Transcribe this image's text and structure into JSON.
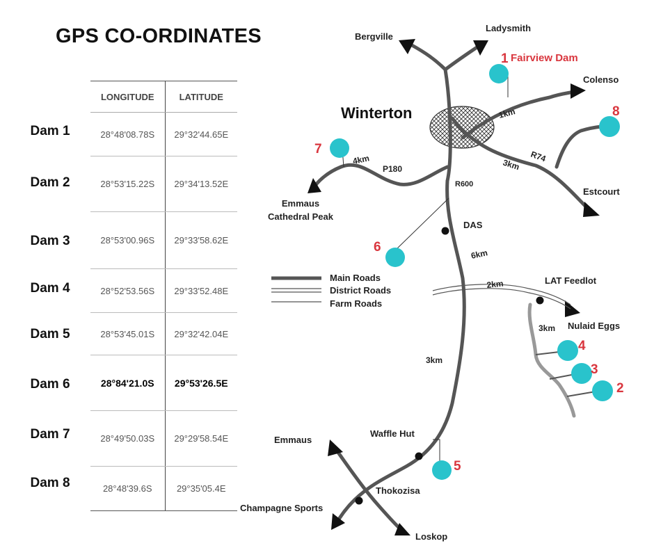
{
  "title": "GPS CO-ORDINATES",
  "table": {
    "headers": [
      "LONGITUDE",
      "LATITUDE"
    ],
    "rows": [
      {
        "dam": "Dam 1",
        "longitude": "28°48'08.78S",
        "latitude": "29°32'44.65E"
      },
      {
        "dam": "Dam 2",
        "longitude": "28°53'15.22S",
        "latitude": "29°34'13.52E"
      },
      {
        "dam": "Dam 3",
        "longitude": "28°53'00.96S",
        "latitude": "29°33'58.62E"
      },
      {
        "dam": "Dam 4",
        "longitude": "28°52'53.56S",
        "latitude": "29°33'52.48E"
      },
      {
        "dam": "Dam 5",
        "longitude": "28°53'45.01S",
        "latitude": "29°32'42.04E"
      },
      {
        "dam": "Dam 6",
        "longitude": "28°84'21.0S",
        "latitude": "29°53'26.5E"
      },
      {
        "dam": "Dam 7",
        "longitude": "28°49'50.03S",
        "latitude": "29°29'58.54E"
      },
      {
        "dam": "Dam 8",
        "longitude": "28°48'39.6S",
        "latitude": "29°35'05.4E"
      }
    ]
  },
  "map": {
    "colors": {
      "dam_marker": "#29c3cc",
      "dam_number": "#d9363e",
      "road": "#555555"
    },
    "town": "Winterton",
    "places": {
      "bergville": "Bergville",
      "ladysmith": "Ladysmith",
      "colenso": "Colenso",
      "estcourt": "Estcourt",
      "emmaus_cathedral": [
        "Emmaus",
        "Cathedral Peak"
      ],
      "emmaus": "Emmaus",
      "champagne_sports": "Champagne Sports",
      "loskop": "Loskop",
      "thokozisa": "Thokozisa",
      "waffle_hut": "Waffle Hut",
      "das": "DAS",
      "lat_feedlot": "LAT Feedlot",
      "nulaid_eggs": "Nulaid Eggs"
    },
    "dams": [
      {
        "number": "1",
        "label": "Fairview Dam"
      },
      {
        "number": "2"
      },
      {
        "number": "3"
      },
      {
        "number": "4"
      },
      {
        "number": "5"
      },
      {
        "number": "6"
      },
      {
        "number": "7"
      },
      {
        "number": "8"
      }
    ],
    "road_labels": {
      "r74": "R74",
      "p180": "P180",
      "r600": "R600"
    },
    "distances": {
      "d_1km": "1km",
      "d_3km_r74": "3km",
      "d_4km": "4km",
      "d_6km": "6km",
      "d_2km": "2km",
      "d_3km_farm": "3km",
      "d_3km_main": "3km"
    },
    "legend": [
      "Main Roads",
      "District Roads",
      "Farm Roads"
    ]
  }
}
